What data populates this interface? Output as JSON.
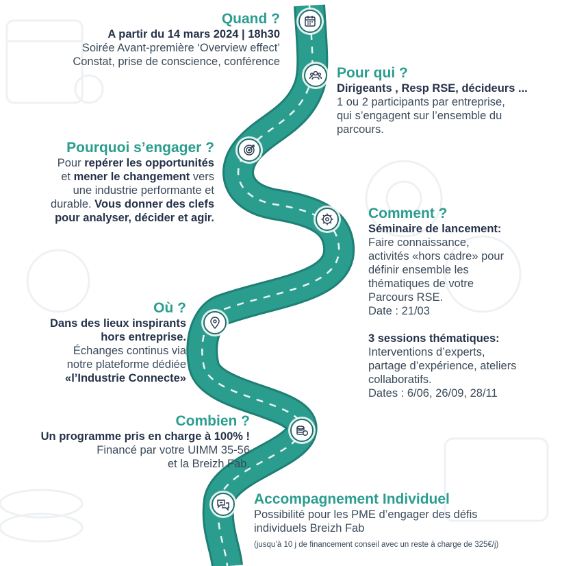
{
  "quand": {
    "title": "Quand ?",
    "line1": "A partir du 14 mars 2024 | 18h30",
    "line2": "Soirée Avant-première ‘Overview effect’",
    "line3": "Constat, prise de conscience, conférence"
  },
  "pour_qui": {
    "title": "Pour qui ?",
    "line1": "Dirigeants , Resp RSE, décideurs ...",
    "line2": "1 ou 2 participants par entreprise,",
    "line3": "qui s’engagent sur l’ensemble du",
    "line4": "parcours."
  },
  "pourquoi": {
    "title": "Pourquoi s’engager ?",
    "l1_plain": "Pour ",
    "l1_bold": "repérer les opportunités",
    "l2_plain1": "et ",
    "l2_bold": "mener le changement",
    "l2_plain2": " vers",
    "l3": "une industrie performante et",
    "l4_plain": "durable. ",
    "l4_bold": "Vous donner des clefs",
    "l5_bold": "pour analyser, décider et agir."
  },
  "comment": {
    "title": "Comment ?",
    "s1_title": "Séminaire de lancement:",
    "s1_l1": "Faire connaissance,",
    "s1_l2": "activités «hors cadre» pour",
    "s1_l3": "définir ensemble les",
    "s1_l4": "thématiques de votre",
    "s1_l5": "Parcours RSE.",
    "s1_date": "Date : 21/03",
    "s2_title": "3 sessions thématiques:",
    "s2_l1": "Interventions d’experts,",
    "s2_l2": "partage d’expérience, ateliers",
    "s2_l3": "collaboratifs.",
    "s2_date": "Dates : 6/06, 26/09, 28/11"
  },
  "ou": {
    "title": "Où ?",
    "l1_bold": "Dans des lieux inspirants",
    "l2_bold": "hors entreprise.",
    "l3": "Échanges continus via",
    "l4": "notre plateforme dédiée",
    "l5_bold": "«l’Industrie Connecte»"
  },
  "combien": {
    "title": "Combien ?",
    "l1_bold": "Un programme pris en charge à 100% !",
    "l2": "Financé par votre UIMM 35-56",
    "l3": "et la Breizh Fab."
  },
  "accompagnement": {
    "title": "Accompagnement Individuel",
    "l1": "Possibilité pour les PME d’engager des défis",
    "l2": "individuels Breizh Fab",
    "note": "(jusqu’à 10 j de financement conseil avec un reste à charge de 325€/j)"
  },
  "icons": [
    "calendar-icon",
    "people-icon",
    "target-icon",
    "gear-icon",
    "location-pin-icon",
    "coins-icon",
    "chat-bubbles-icon"
  ],
  "colors": {
    "road": "#2a9d8f",
    "road_dark": "#1f7f74",
    "title": "#2a9d8f",
    "text": "#2b3a4a"
  }
}
